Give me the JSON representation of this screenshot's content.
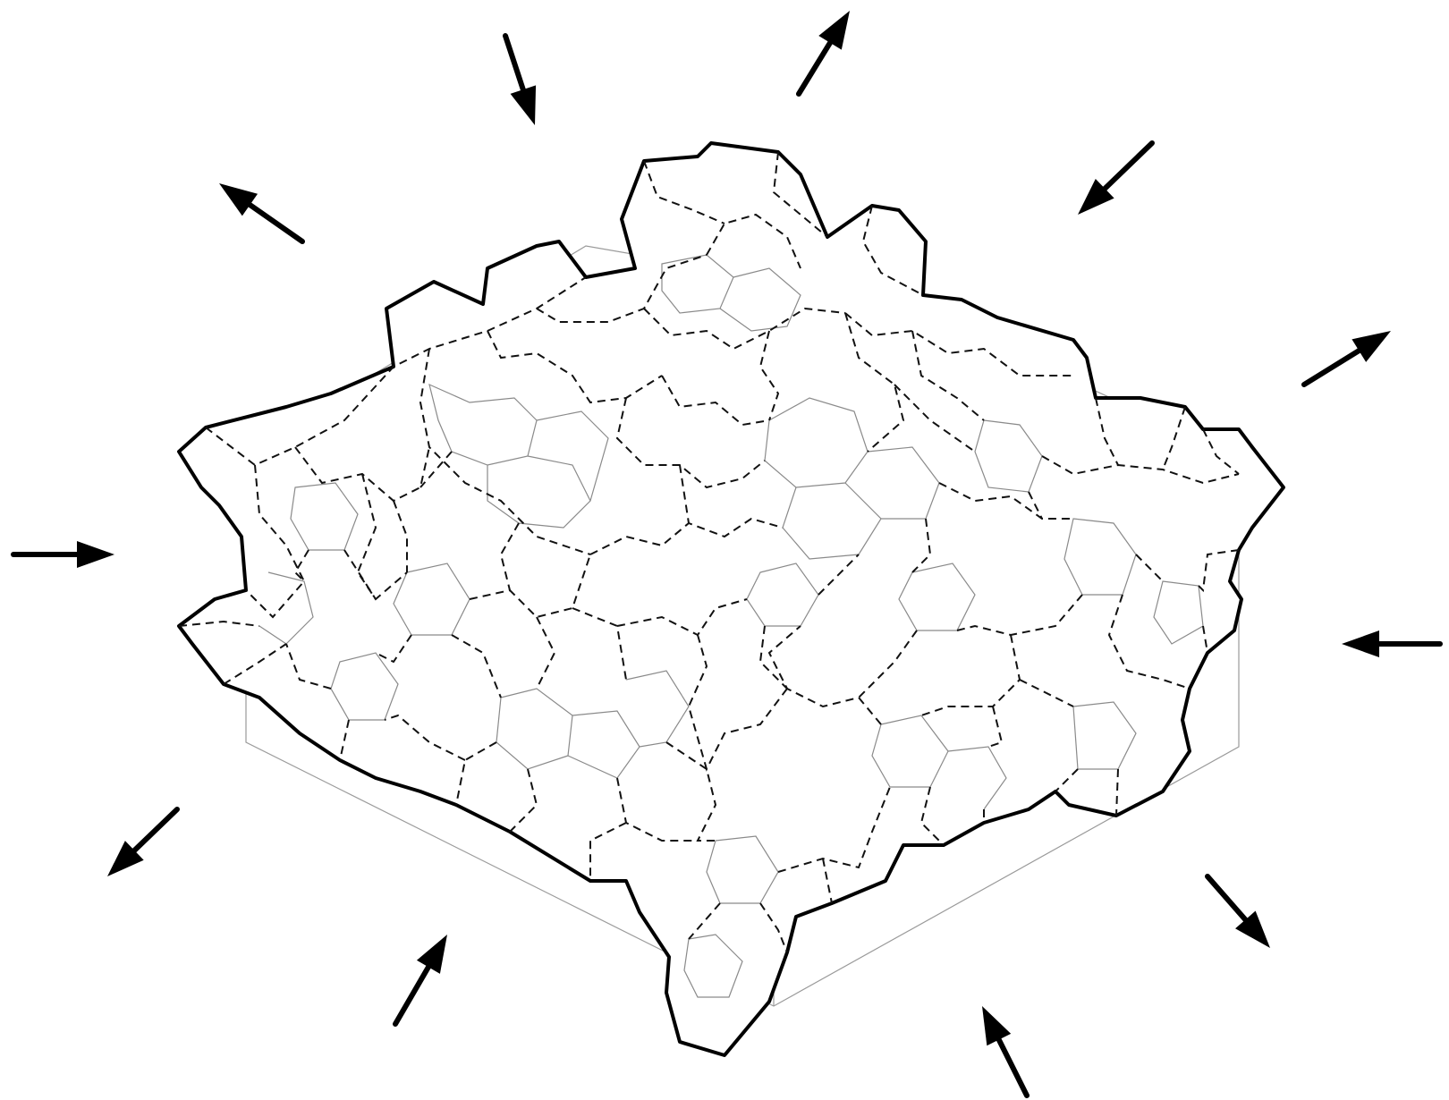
{
  "figure": {
    "description_type": "grain-aggregate-under-stress",
    "colors": {
      "ink": "#000000",
      "thin_edges": "#8a8a8a",
      "background": "#ffffff"
    },
    "arrows": [
      {
        "name": "arrow-top-left-inward",
        "direction": "in"
      },
      {
        "name": "arrow-top-right-outward",
        "direction": "out"
      },
      {
        "name": "arrow-upper-left-outward",
        "direction": "out"
      },
      {
        "name": "arrow-upper-right-inward",
        "direction": "in"
      },
      {
        "name": "arrow-right-outward",
        "direction": "out"
      },
      {
        "name": "arrow-left-inward",
        "direction": "in"
      },
      {
        "name": "arrow-right-inward",
        "direction": "in"
      },
      {
        "name": "arrow-lower-left-outward",
        "direction": "out"
      },
      {
        "name": "arrow-lower-right-outward",
        "direction": "out"
      },
      {
        "name": "arrow-bottom-left-inward",
        "direction": "in"
      },
      {
        "name": "arrow-bottom-right-inward",
        "direction": "in"
      }
    ]
  }
}
